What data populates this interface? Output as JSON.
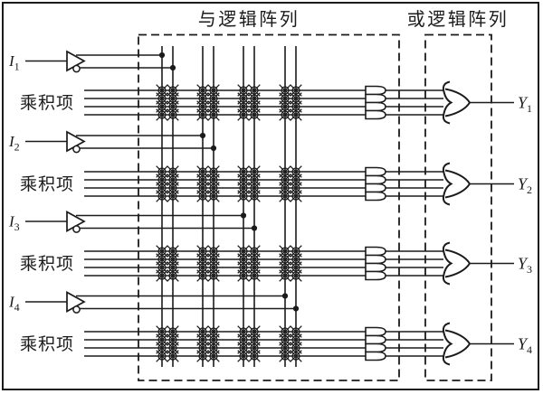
{
  "titles": {
    "and_array": "与逻辑阵列",
    "or_array": "或逻辑阵列"
  },
  "inputs": [
    {
      "base": "I",
      "sub": "1",
      "connects_to_column_pair": 1,
      "outputs": "true-and-complement"
    },
    {
      "base": "I",
      "sub": "2",
      "connects_to_column_pair": 2,
      "outputs": "true-and-complement"
    },
    {
      "base": "I",
      "sub": "3",
      "connects_to_column_pair": 3,
      "outputs": "true-and-complement"
    },
    {
      "base": "I",
      "sub": "4",
      "connects_to_column_pair": 4,
      "outputs": "true-and-complement"
    }
  ],
  "product_groups": [
    {
      "label": "乘积项",
      "lines": 4
    },
    {
      "label": "乘积项",
      "lines": 4
    },
    {
      "label": "乘积项",
      "lines": 4
    },
    {
      "label": "乘积项",
      "lines": 4
    }
  ],
  "outputs": [
    {
      "base": "Y",
      "sub": "1"
    },
    {
      "base": "Y",
      "sub": "2"
    },
    {
      "base": "Y",
      "sub": "3"
    },
    {
      "base": "Y",
      "sub": "4"
    }
  ],
  "structure": {
    "type": "PLA-logic-array",
    "input_buffers": 4,
    "input_column_pairs": 4,
    "product_term_groups": 4,
    "lines_per_group": 4,
    "and_gate_stacks": 4,
    "or_gates": 4,
    "crosspoint_symbol": "circle-with-x",
    "crosspoints_per_group_per_pair": 8,
    "array_boxes": "dashed"
  },
  "colors": {
    "line": "#1b1b1b",
    "background": "#ffffff"
  }
}
